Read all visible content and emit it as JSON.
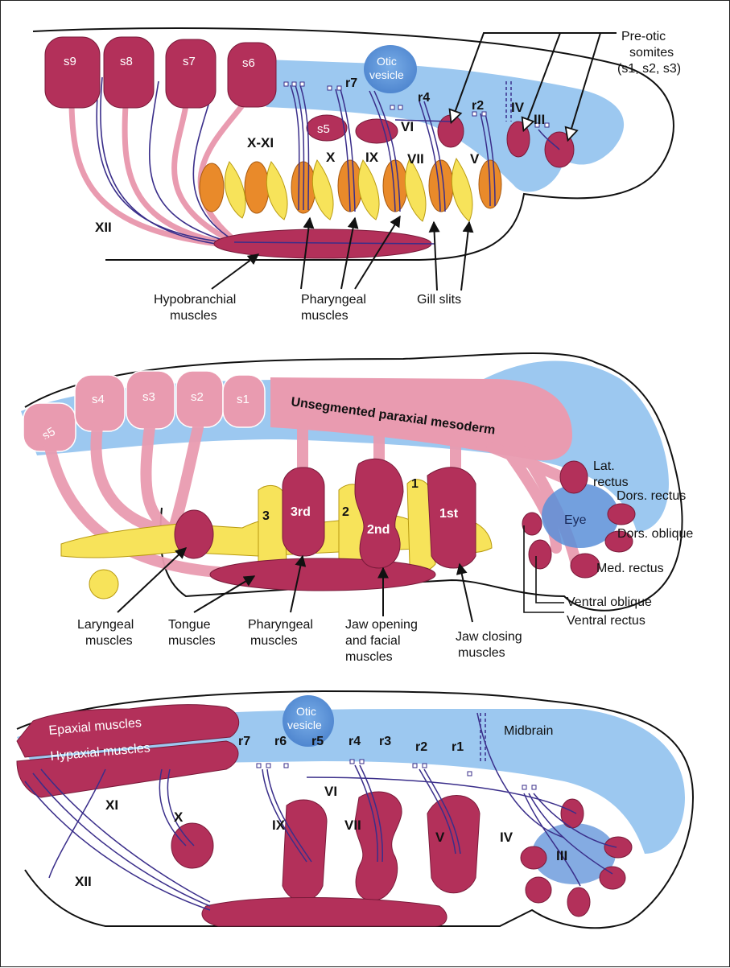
{
  "panel1": {
    "somites": [
      "s9",
      "s8",
      "s7",
      "s6"
    ],
    "pre_otic_somite": "s5",
    "otic_vesicle": "Otic\nvesicle",
    "rhombomeres": [
      "r7",
      "r4",
      "r2"
    ],
    "nerves": [
      "X-XI",
      "X",
      "IX",
      "VII",
      "V",
      "VI",
      "IV",
      "III",
      "XII"
    ],
    "pre_otic_label": [
      "Pre-otic",
      "somites",
      "(s1, s2, s3)"
    ],
    "labels": {
      "hypobranchial": [
        "Hypobranchial",
        "muscles"
      ],
      "pharyngeal": [
        "Pharyngeal",
        "muscles"
      ],
      "gill_slits": "Gill slits"
    }
  },
  "panel2": {
    "somites": [
      "s5",
      "s4",
      "s3",
      "s2",
      "s1"
    ],
    "unsegmented": "Unsegmented paraxial mesoderm",
    "arches": [
      "3rd",
      "2nd",
      "1st"
    ],
    "arch_numbers": [
      "3",
      "2",
      "1"
    ],
    "eye": "Eye",
    "eye_muscles": [
      "Lat.",
      "rectus",
      "Dors. rectus",
      "Dors. oblique",
      "Med. rectus",
      "Ventral oblique",
      "Ventral rectus"
    ],
    "labels": {
      "laryngeal": [
        "Laryngeal",
        "muscles"
      ],
      "tongue": [
        "Tongue",
        "muscles"
      ],
      "pharyngeal": [
        "Pharyngeal",
        "muscles"
      ],
      "jaw_opening": [
        "Jaw opening",
        "and facial",
        "muscles"
      ],
      "jaw_closing": [
        "Jaw closing",
        "muscles"
      ]
    }
  },
  "panel3": {
    "epaxial": "Epaxial muscles",
    "hypaxial": "Hypaxial muscles",
    "otic_vesicle": "Otic\nvesicle",
    "midbrain": "Midbrain",
    "rhombomeres": [
      "r7",
      "r6",
      "r5",
      "r4",
      "r3",
      "r2",
      "r1"
    ],
    "nerves": [
      "XI",
      "X",
      "IX",
      "VII",
      "VI",
      "V",
      "IV",
      "III",
      "XII"
    ]
  },
  "colors": {
    "neural_blue": "#9cc8f0",
    "muscle_red": "#b3305a",
    "somite_pink": "#e99bb0",
    "gill_yellow": "#f7e35a",
    "arch_orange": "#e98a2a",
    "nerve_purple": "#3a2e8a"
  }
}
